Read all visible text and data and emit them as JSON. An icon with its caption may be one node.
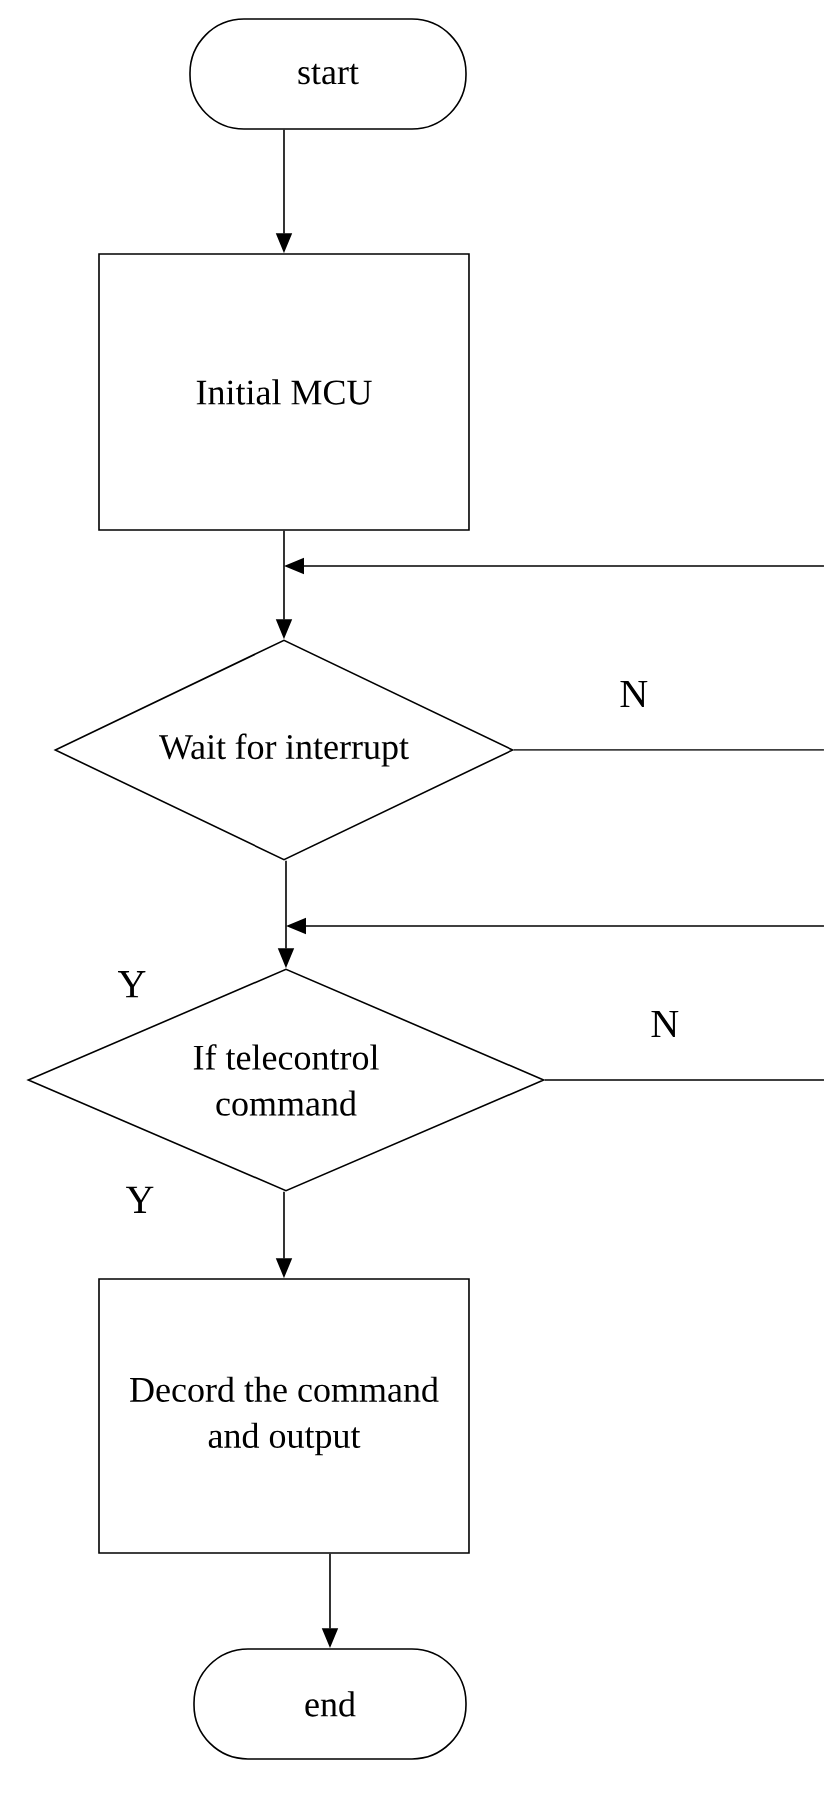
{
  "diagram": {
    "nodes": [
      {
        "text": [
          "start"
        ]
      },
      {
        "text": [
          "Initial MCU"
        ]
      },
      {
        "text": [
          "Wait for interrupt"
        ]
      },
      {
        "text": [
          "If telecontrol command"
        ]
      },
      {
        "text": [
          "Decord the command and output"
        ]
      },
      {
        "text": [
          "end"
        ]
      }
    ],
    "edges": [
      {
        "from": 0,
        "to": 1,
        "arrow": "to"
      },
      {
        "from": 1,
        "to": 2,
        "arrow": "to"
      },
      {
        "from": 2,
        "to": 3,
        "arrow": "to",
        "label": "Y"
      },
      {
        "from": 3,
        "to": 4,
        "arrow": "to",
        "label": "Y"
      },
      {
        "from": 4,
        "to": 5,
        "arrow": "to"
      },
      {
        "from": 2,
        "to": null,
        "arrow": "none",
        "label": "N"
      },
      {
        "from": 3,
        "to": null,
        "arrow": "none",
        "label": "N"
      },
      {
        "from": null,
        "to": 2,
        "arrow": "to"
      },
      {
        "from": null,
        "to": 3,
        "arrow": "to"
      }
    ]
  }
}
